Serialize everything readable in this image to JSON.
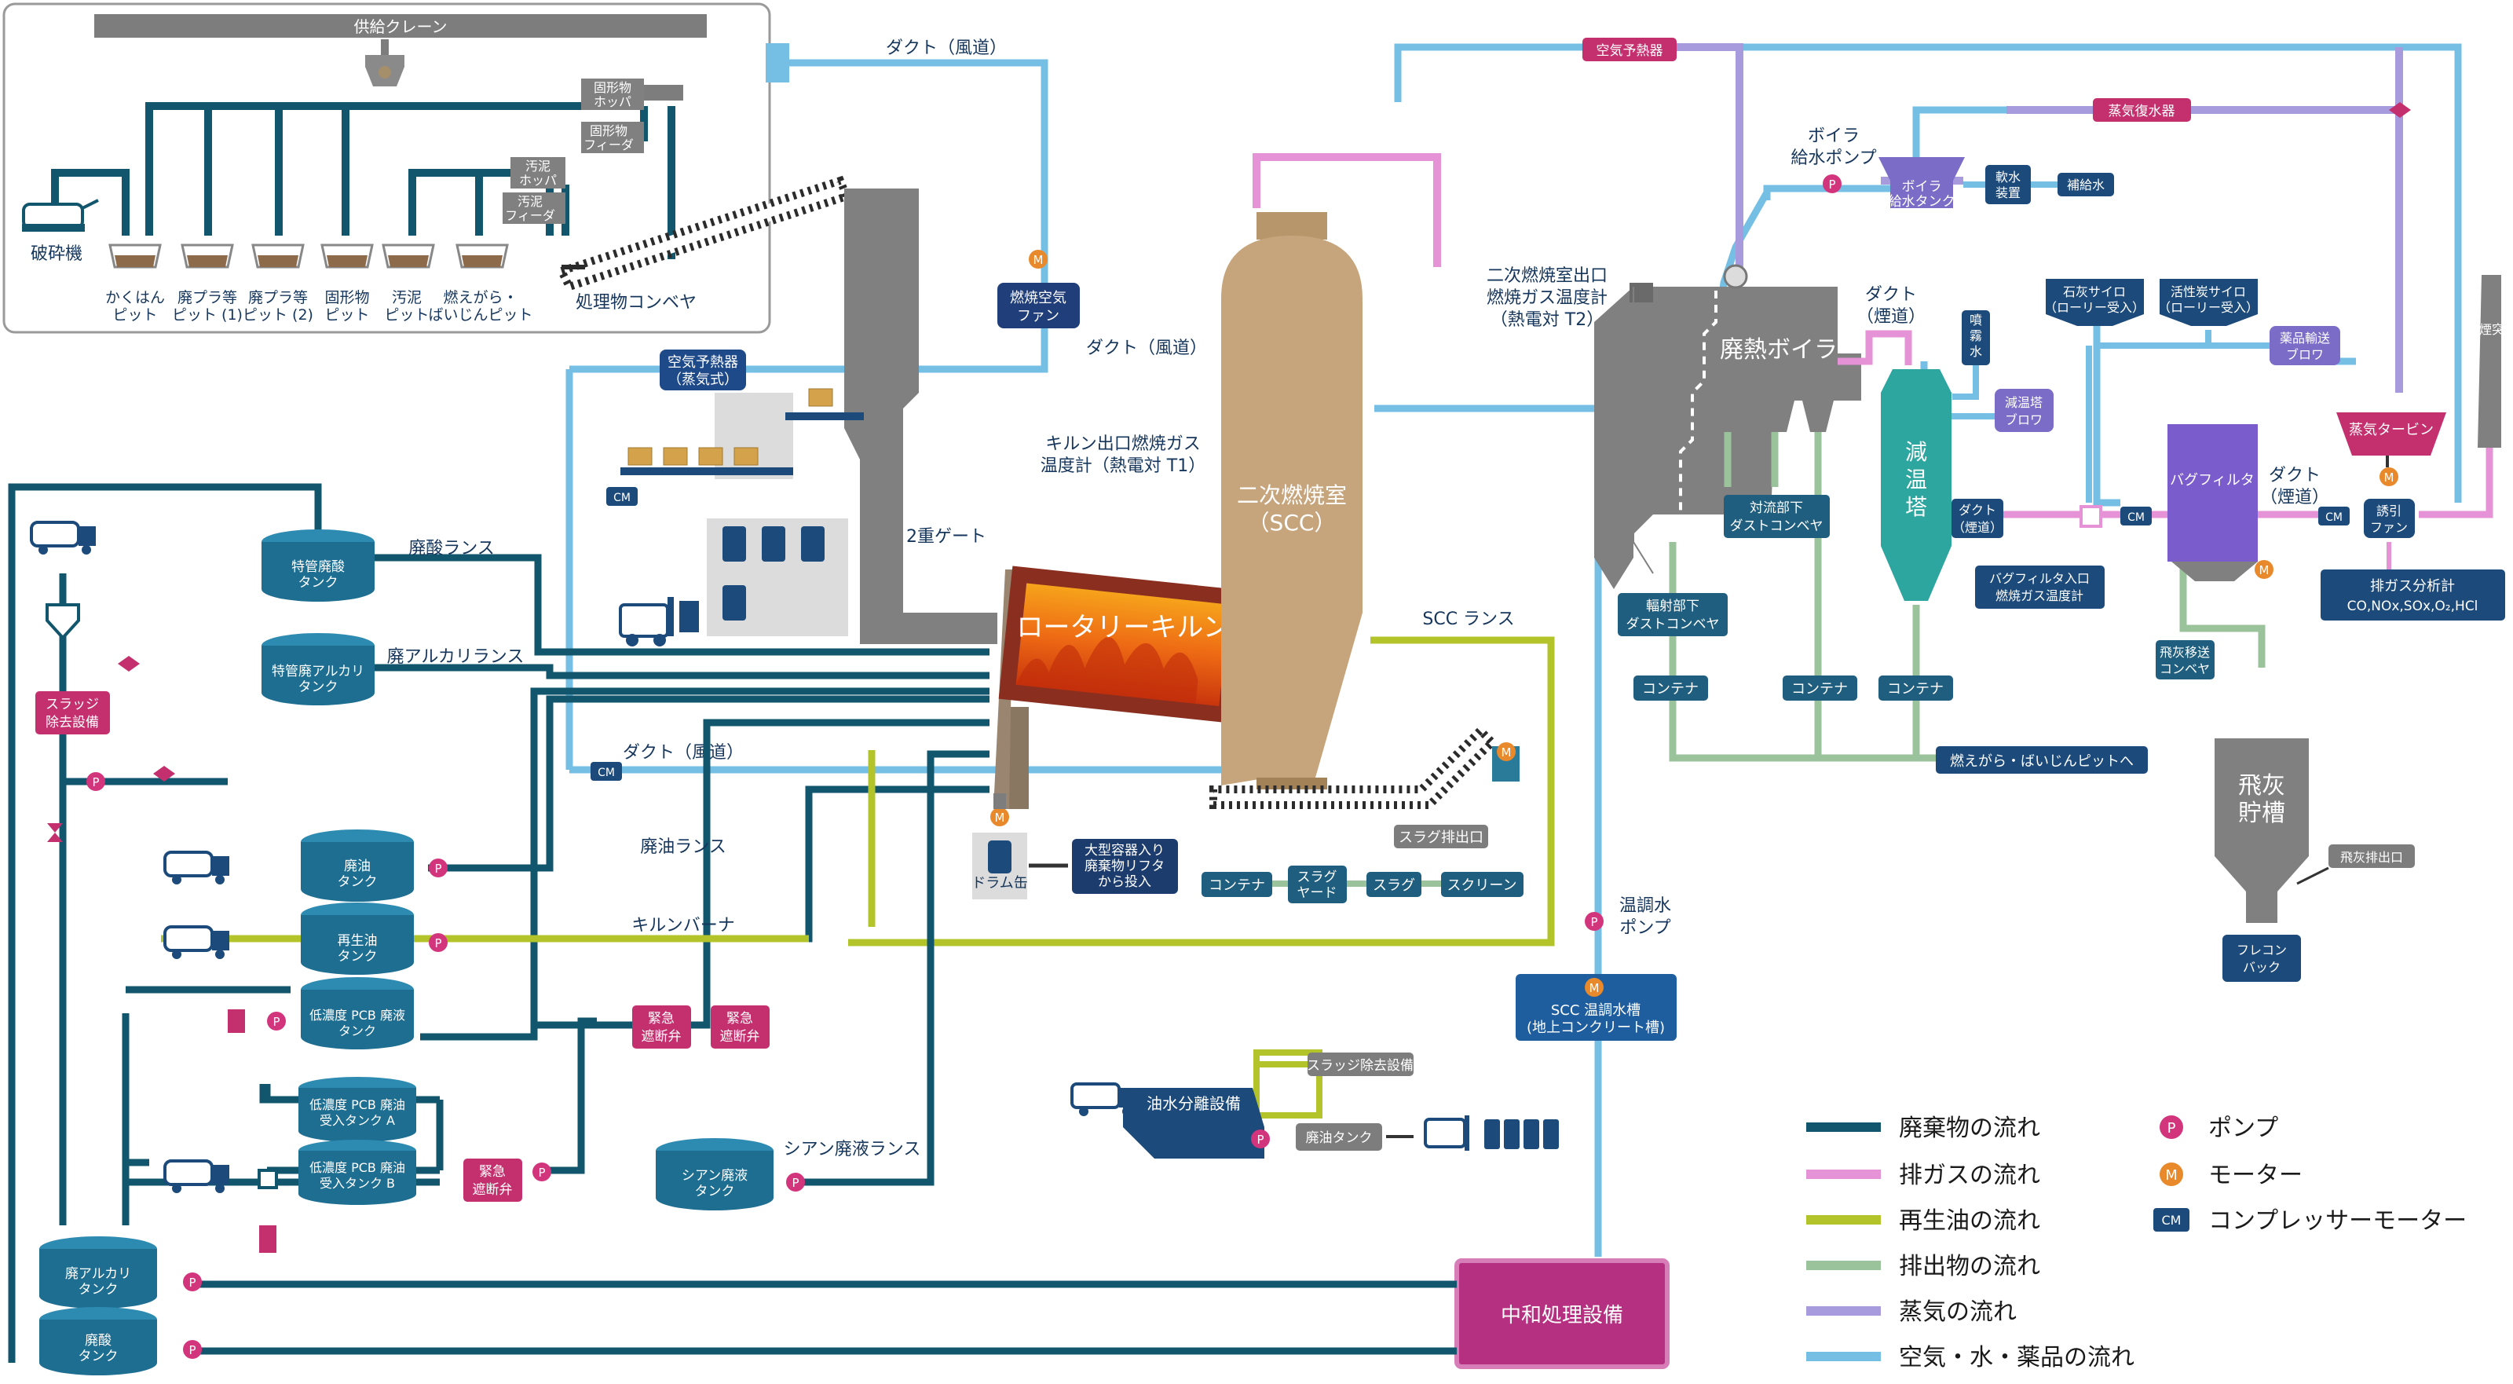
{
  "title_crane": "供給クレーン",
  "labels": {
    "crusher": "破砕機",
    "pit1": [
      "かくはん",
      "ピット"
    ],
    "pit2": [
      "廃プラ等",
      "ピット (1)"
    ],
    "pit3": [
      "廃プラ等",
      "ピット (2)"
    ],
    "pit4": [
      "固形物",
      "ピット"
    ],
    "pit5": [
      "汚泥",
      "ピット"
    ],
    "pit6": [
      "燃えがら・",
      "ばいじんピット"
    ],
    "solid_hopper": [
      "固形物",
      "ホッパ"
    ],
    "solid_feeder": [
      "固形物",
      "フィーダ"
    ],
    "sludge_hopper": [
      "汚泥",
      "ホッパ"
    ],
    "sludge_feeder": [
      "汚泥",
      "フィーダ"
    ],
    "conveyor": "処理物コンベヤ",
    "duct_air_top": "ダクト（風道）",
    "combustion_fan": [
      "燃焼空気",
      "ファン"
    ],
    "duct_air_mid": "ダクト（風道）",
    "air_preheater_steam": [
      "空気予熱器",
      "（蒸気式）"
    ],
    "double_gate": "2重ゲート",
    "kiln_thermo": [
      "キルン出口燃焼ガス",
      "温度計（熱電対 T1）"
    ],
    "rotary_kiln": "ロータリーキルン",
    "scc": [
      "二次燃焼室",
      "（SCC）"
    ],
    "scc_lance": "SCC ランス",
    "scc_outlet_thermo": [
      "二次燃焼室出口",
      "燃焼ガス温度計",
      "（熱電対 T2）"
    ],
    "acid_lance": "廃酸ランス",
    "alkali_lance": "廃アルカリランス",
    "duct_air_low": "ダクト（風道）",
    "oil_lance": "廃油ランス",
    "kiln_burner": "キルンバーナ",
    "cyan_lance": "シアン廃液ランス",
    "drum": "ドラム缶",
    "lifter": [
      "大型容器入り",
      "廃棄物リフタ",
      "から投入"
    ],
    "slag_outlet": "スラグ排出口",
    "container": "コンテナ",
    "slag_yard": [
      "スラグ",
      "ヤード"
    ],
    "slag": "スラグ",
    "screen": "スクリーン",
    "warm_pump": [
      "温調水",
      "ポンプ"
    ],
    "scc_water_tank": [
      "SCC 温調水槽",
      "(地上コンクリート槽)"
    ],
    "sludge_removal_small": "スラッジ除去設備",
    "oil_separator": "油水分離設備",
    "waste_oil_tank_small": "廃油タンク",
    "neutralization": "中和処理設備",
    "air_preheater": "空気予熱器",
    "steam_condenser": "蒸気復水器",
    "boiler_pump": [
      "ボイラ",
      "給水ポンプ"
    ],
    "boiler_tank": [
      "ボイラ",
      "給水タンク"
    ],
    "water_softener": [
      "軟水",
      "装置"
    ],
    "makeup_water": "補給水",
    "waste_boiler": "廃熱ボイラ",
    "radiant_conveyor": [
      "輻射部下",
      "ダストコンベヤ"
    ],
    "convective_conveyor": [
      "対流部下",
      "ダストコンベヤ"
    ],
    "duct_smoke1": [
      "ダクト",
      "（煙道）"
    ],
    "spray_water": [
      "噴",
      "霧",
      "水"
    ],
    "cooling_tower": [
      "減",
      "温",
      "塔"
    ],
    "cooling_blower": [
      "減温塔",
      "ブロワ"
    ],
    "duct_smoke2": [
      "ダクト",
      "（煙道）"
    ],
    "lime_silo": [
      "石灰サイロ",
      "（ローリー受入）"
    ],
    "carbon_silo": [
      "活性炭サイロ",
      "（ローリー受入）"
    ],
    "chem_blower": [
      "薬品輸送",
      "ブロワ"
    ],
    "bag_filter": "バグフィルタ",
    "bag_thermo": [
      "バグフィルタ入口",
      "燃焼ガス温度計"
    ],
    "duct_smoke3": [
      "ダクト",
      "（煙道）"
    ],
    "induced_fan": [
      "誘引",
      "ファン"
    ],
    "steam_turbine": "蒸気タービン",
    "chimney": "煙突",
    "gas_analyzer": [
      "排ガス分析計",
      "CO,NOx,SOx,O₂,HCl"
    ],
    "fly_ash_conveyor": [
      "飛灰移送",
      "コンベヤ"
    ],
    "fly_ash_tank": [
      "飛灰",
      "貯槽"
    ],
    "fly_ash_outlet": "飛灰排出口",
    "flexible_bag": [
      "フレコン",
      "バック"
    ],
    "to_pit": "燃えがら・ばいじんピットへ",
    "acid_tank": [
      "特管廃酸",
      "タンク"
    ],
    "alkali_tank": [
      "特管廃アルカリ",
      "タンク"
    ],
    "sludge_removal": [
      "スラッジ",
      "除去設備"
    ],
    "oil_tank": [
      "廃油",
      "タンク"
    ],
    "recycled_oil_tank": [
      "再生油",
      "タンク"
    ],
    "pcb_tank": [
      "低濃度 PCB 廃液",
      "タンク"
    ],
    "pcb_a": [
      "低濃度 PCB 廃油",
      "受入タンク A"
    ],
    "pcb_b": [
      "低濃度 PCB 廃油",
      "受入タンク B"
    ],
    "emergency_valve": [
      "緊急",
      "遮断弁"
    ],
    "cyan_tank": [
      "シアン廃液",
      "タンク"
    ],
    "waste_alkali_tank": [
      "廃アルカリ",
      "タンク"
    ],
    "waste_acid_tank": [
      "廃酸",
      "タンク"
    ]
  },
  "symbols": {
    "pump": "P",
    "motor": "M",
    "compressor": "CM"
  },
  "legend": [
    {
      "label": "廃棄物の流れ",
      "color": "#11566c"
    },
    {
      "label": "排ガスの流れ",
      "color": "#e592d7"
    },
    {
      "label": "再生油の流れ",
      "color": "#b3c42b"
    },
    {
      "label": "排出物の流れ",
      "color": "#9ac29b"
    },
    {
      "label": "蒸気の流れ",
      "color": "#a79bdd"
    },
    {
      "label": "空気・水・薬品の流れ",
      "color": "#75bfe5"
    }
  ],
  "legend_symbols": [
    {
      "symbol": "P",
      "label": "ポンプ"
    },
    {
      "symbol": "M",
      "label": "モーター"
    },
    {
      "symbol": "CM",
      "label": "コンプレッサーモーター"
    }
  ],
  "colors": {
    "waste": "#11566c",
    "exhaust": "#e592d7",
    "oil": "#b3c42b",
    "discharge": "#9ac29b",
    "steam": "#a79bdd",
    "air": "#75bfe5",
    "equipment": "#808080",
    "scc": "#c7a57c",
    "pump": "#d3357d",
    "motor": "#e8892b",
    "label_dark": "#16365c"
  }
}
